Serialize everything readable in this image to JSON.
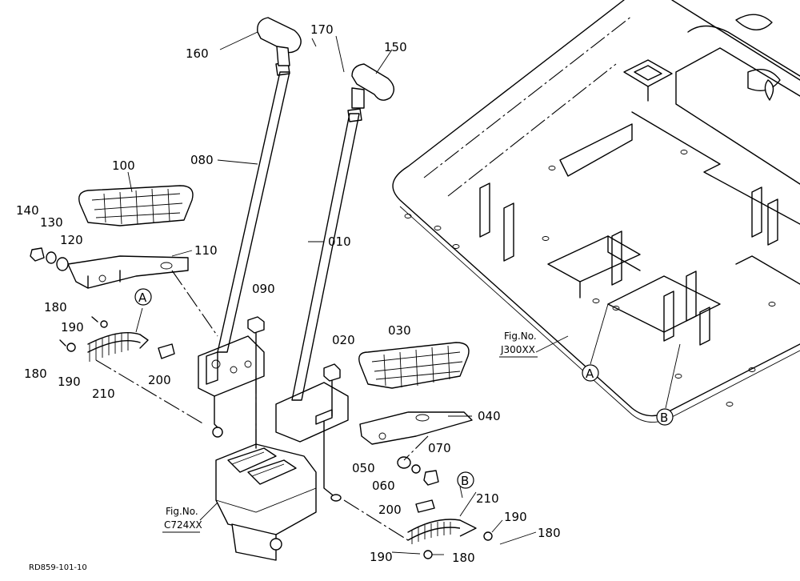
{
  "diagram": {
    "part_labels": [
      "160",
      "170",
      "150",
      "080",
      "100",
      "140",
      "130",
      "120",
      "110",
      "010",
      "090",
      "180",
      "190",
      "180",
      "190",
      "210",
      "200",
      "020",
      "030",
      "040",
      "050",
      "070",
      "060",
      "200",
      "210",
      "190",
      "180",
      "190",
      "180"
    ],
    "view_markers": [
      "A",
      "A",
      "B",
      "B"
    ],
    "references": [
      {
        "ref_title": "Fig.No.",
        "ref_code": "J300XX"
      },
      {
        "ref_title": "Fig.No.",
        "ref_code": "C724XX"
      }
    ],
    "drawing_id": "RD859-101-10"
  }
}
